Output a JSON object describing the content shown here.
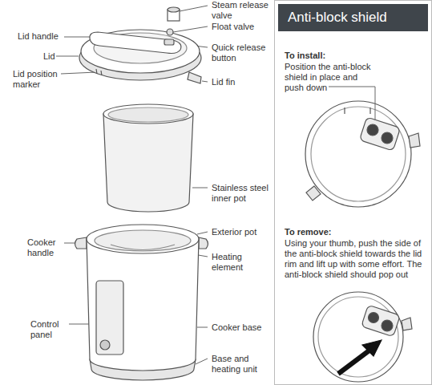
{
  "diagram": {
    "nodes": [
      {
        "text": [
          "Anti-block shield",
          "To install:",
          "Position the anti-block shield in place and push down",
          "To remove:",
          "Using your thumb, push the side of the anti-block shield towards the lid rim and lift up with some effort. The anti-block shield should pop out"
        ]
      }
    ],
    "labels": [
      "Lid handle",
      "Steam release valve",
      "Float valve",
      "Quick release button",
      "Lid",
      "Lid position marker",
      "Lid fin",
      "Stainless steel inner pot",
      "Exterior pot",
      "Cooker handle",
      "Heating element",
      "Control panel",
      "Cooker base",
      "Base and heating unit"
    ]
  }
}
